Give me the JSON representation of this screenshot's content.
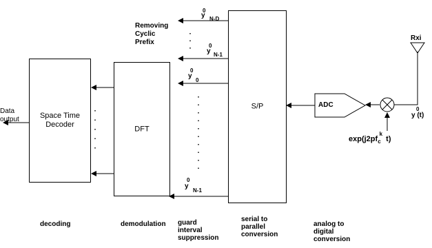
{
  "blocks": {
    "decoder": "Space Time\nDecoder",
    "dft": "DFT",
    "sp": "S/P",
    "adc": "ADC"
  },
  "labels": {
    "data_output": "Data\noutput",
    "removing_cp": "Removing\nCyclic\nPrefix",
    "antenna": "Rxi",
    "exp": "exp(j2pf",
    "exp_sub": "c",
    "exp_sup": "k",
    "exp_tail": " t)"
  },
  "symbols": {
    "y": "y",
    "sup": "0",
    "n_minus_d": "N-D",
    "n_minus_1": "N-1",
    "zero": "0",
    "y_t": "y  (t)"
  },
  "stages": {
    "decoding": "decoding",
    "demodulation": "demodulation",
    "guard": "guard\ninterval\nsuppression",
    "serial": "serial to\nparallel\nconversion",
    "analog": "analog to\ndigital\nconversion"
  }
}
